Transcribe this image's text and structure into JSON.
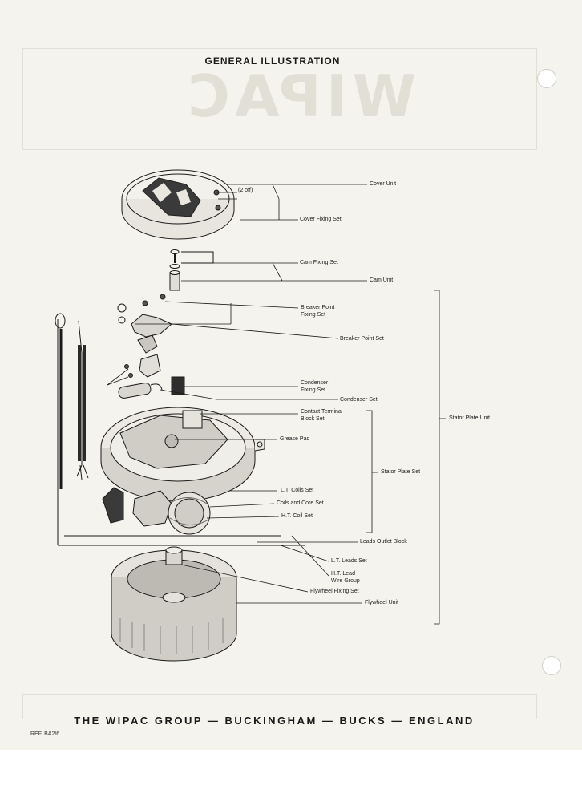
{
  "title": "GENERAL ILLUSTRATION",
  "labels": {
    "cover_unit": "Cover Unit",
    "two_off": "(2 off)",
    "cover_fixing_set": "Cover Fixing Set",
    "cam_fixing_set": "Cam Fixing Set",
    "cam_unit": "Cam Unit",
    "breaker_point_fixing_set_1": "Breaker Point",
    "breaker_point_fixing_set_2": "Fixing Set",
    "breaker_point_set": "Breaker Point Set",
    "condenser_fixing_set_1": "Condenser",
    "condenser_fixing_set_2": "Fixing Set",
    "condenser_set": "Condenser Set",
    "contact_terminal_block_set_1": "Contact Terminal",
    "contact_terminal_block_set_2": "Block Set",
    "stator_plate_unit": "Stator Plate Unit",
    "grease_pad": "Grease Pad",
    "stator_plate_set": "Stator Plate Set",
    "lt_coils_set": "L.T. Coils Set",
    "coils_and_core_set": "Coils and Core Set",
    "ht_coil_set": "H.T. Coil Set",
    "leads_outlet_block": "Leads Outlet Block",
    "lt_leads_set": "L.T. Leads Set",
    "ht_lead_wire_group_1": "H.T. Lead",
    "ht_lead_wire_group_2": "Wire Group",
    "flywheel_fixing_set": "Flywheel Fixing Set",
    "flywheel_unit": "Flywheel Unit"
  },
  "footer": "THE WIPAC GROUP — BUCKINGHAM — BUCKS — ENGLAND",
  "ref": "REF. BA2/6",
  "logo_text": "WIPAC"
}
